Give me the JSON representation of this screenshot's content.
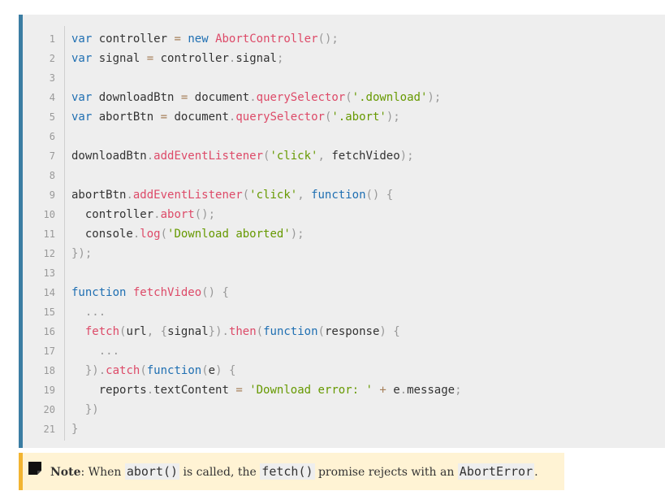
{
  "code": {
    "line_numbers": [
      "1",
      "2",
      "3",
      "4",
      "5",
      "6",
      "7",
      "8",
      "9",
      "10",
      "11",
      "12",
      "13",
      "14",
      "15",
      "16",
      "17",
      "18",
      "19",
      "20",
      "21"
    ],
    "lines": [
      [
        [
          "kw",
          "var"
        ],
        [
          "",
          "controller"
        ],
        [
          "op",
          "="
        ],
        [
          "kw",
          "new"
        ],
        [
          "fn",
          "AbortController"
        ],
        [
          "pun",
          "();"
        ]
      ],
      [
        [
          "kw",
          "var"
        ],
        [
          "",
          "signal"
        ],
        [
          "op",
          "="
        ],
        [
          "",
          "controller"
        ],
        [
          "pun",
          "."
        ],
        [
          "",
          "signal"
        ],
        [
          "pun",
          ";"
        ]
      ],
      [],
      [
        [
          "kw",
          "var"
        ],
        [
          "",
          "downloadBtn"
        ],
        [
          "op",
          "="
        ],
        [
          "",
          "document"
        ],
        [
          "pun",
          "."
        ],
        [
          "fn",
          "querySelector"
        ],
        [
          "pun",
          "("
        ],
        [
          "str",
          "'.download'"
        ],
        [
          "pun",
          ");"
        ]
      ],
      [
        [
          "kw",
          "var"
        ],
        [
          "",
          "abortBtn"
        ],
        [
          "op",
          "="
        ],
        [
          "",
          "document"
        ],
        [
          "pun",
          "."
        ],
        [
          "fn",
          "querySelector"
        ],
        [
          "pun",
          "("
        ],
        [
          "str",
          "'.abort'"
        ],
        [
          "pun",
          ");"
        ]
      ],
      [],
      [
        [
          "",
          "downloadBtn"
        ],
        [
          "pun",
          "."
        ],
        [
          "fn",
          "addEventListener"
        ],
        [
          "pun",
          "("
        ],
        [
          "str",
          "'click'"
        ],
        [
          "pun",
          ","
        ],
        [
          "",
          "fetchVideo"
        ],
        [
          "pun",
          ");"
        ]
      ],
      [],
      [
        [
          "",
          "abortBtn"
        ],
        [
          "pun",
          "."
        ],
        [
          "fn",
          "addEventListener"
        ],
        [
          "pun",
          "("
        ],
        [
          "str",
          "'click'"
        ],
        [
          "pun",
          ","
        ],
        [
          "kw",
          "function"
        ],
        [
          "pun",
          "()"
        ],
        [
          "pun",
          "{"
        ]
      ],
      [
        [
          "",
          "  controller"
        ],
        [
          "pun",
          "."
        ],
        [
          "fn",
          "abort"
        ],
        [
          "pun",
          "();"
        ]
      ],
      [
        [
          "",
          "  console"
        ],
        [
          "pun",
          "."
        ],
        [
          "fn",
          "log"
        ],
        [
          "pun",
          "("
        ],
        [
          "str",
          "'Download aborted'"
        ],
        [
          "pun",
          ");"
        ]
      ],
      [
        [
          "pun",
          "});"
        ]
      ],
      [],
      [
        [
          "kw",
          "function"
        ],
        [
          "fn",
          "fetchVideo"
        ],
        [
          "pun",
          "()"
        ],
        [
          "pun",
          "{"
        ]
      ],
      [
        [
          "pun",
          "  ..."
        ]
      ],
      [
        [
          "fn",
          "  fetch"
        ],
        [
          "pun",
          "("
        ],
        [
          "",
          "url"
        ],
        [
          "pun",
          ","
        ],
        [
          "pun",
          "{"
        ],
        [
          "",
          "signal"
        ],
        [
          "pun",
          "})."
        ],
        [
          "fn",
          "then"
        ],
        [
          "pun",
          "("
        ],
        [
          "kw",
          "function"
        ],
        [
          "pun",
          "("
        ],
        [
          "",
          "response"
        ],
        [
          "pun",
          ")"
        ],
        [
          "pun",
          "{"
        ]
      ],
      [
        [
          "pun",
          "    ..."
        ]
      ],
      [
        [
          "pun",
          "  })."
        ],
        [
          "fn",
          "catch"
        ],
        [
          "pun",
          "("
        ],
        [
          "kw",
          "function"
        ],
        [
          "pun",
          "("
        ],
        [
          "",
          "e"
        ],
        [
          "pun",
          ")"
        ],
        [
          "pun",
          "{"
        ]
      ],
      [
        [
          "",
          "    reports"
        ],
        [
          "pun",
          "."
        ],
        [
          "",
          "textContent"
        ],
        [
          "op",
          "="
        ],
        [
          "str",
          "'Download error: '"
        ],
        [
          "op",
          "+"
        ],
        [
          "",
          "e"
        ],
        [
          "pun",
          "."
        ],
        [
          "",
          "message"
        ],
        [
          "pun",
          ";"
        ]
      ],
      [
        [
          "pun",
          "  })"
        ]
      ],
      [
        [
          "pun",
          "}"
        ]
      ]
    ]
  },
  "note": {
    "label": "Note",
    "sep": ":",
    "t1": " When ",
    "c1": "abort()",
    "t2": " is called, the ",
    "c2": "fetch()",
    "t3": " promise rejects with an ",
    "c3": "AbortError",
    "t4": "."
  }
}
